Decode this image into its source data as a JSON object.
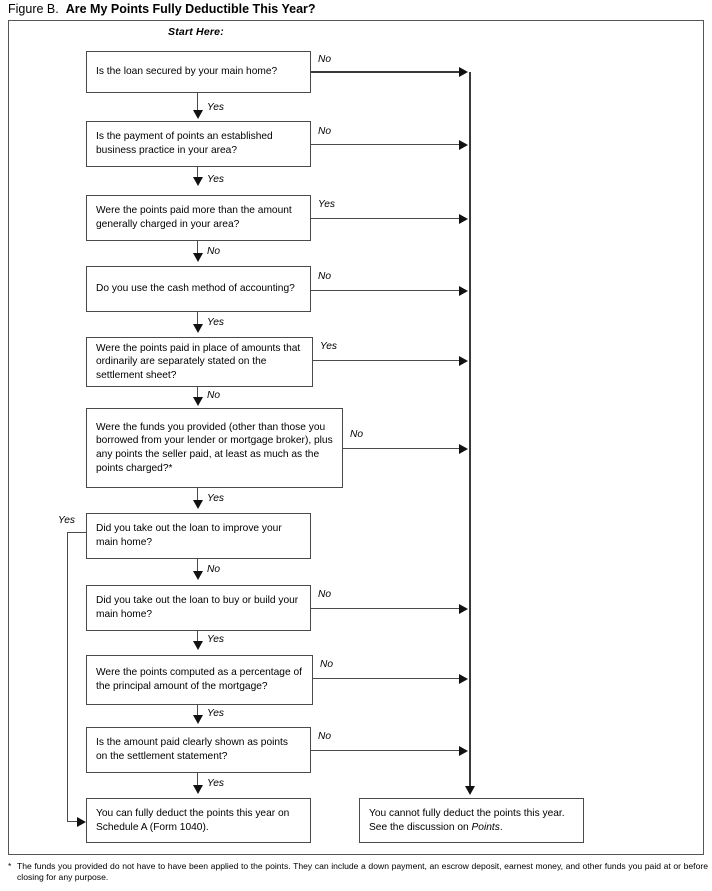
{
  "figure": {
    "label": "Figure B.",
    "title": "Are My Points Fully Deductible This Year?",
    "start_label": "Start Here:"
  },
  "nodes": [
    {
      "id": "q1",
      "text": "Is the loan secured by your main home?"
    },
    {
      "id": "q2",
      "text": "Is the payment of points an established business practice in your area?"
    },
    {
      "id": "q3",
      "text": "Were the points paid more than the amount generally charged in your area?"
    },
    {
      "id": "q4",
      "text": "Do you use the cash method of accounting?"
    },
    {
      "id": "q5",
      "text": "Were the points paid in place of amounts that ordinarily are separately stated on the settlement sheet?"
    },
    {
      "id": "q6",
      "text": "Were the funds you provided (other than those you borrowed from your lender or mortgage broker), plus any points the seller paid, at least as much as the points charged?*"
    },
    {
      "id": "q7",
      "text": "Did you take out the loan to improve your main home?"
    },
    {
      "id": "q8",
      "text": "Did you take out the loan to buy or build your main home?"
    },
    {
      "id": "q9",
      "text": "Were the points computed as a percentage of the principal amount of the mortgage?"
    },
    {
      "id": "q10",
      "text": "Is the amount paid clearly shown as points on the settlement statement?"
    },
    {
      "id": "result_yes",
      "text": "You can fully deduct the points this year on Schedule A (Form 1040)."
    },
    {
      "id": "result_no_part1",
      "text": "You cannot fully deduct the points this year. See the discussion on "
    },
    {
      "id": "result_no_italic",
      "text": "Points"
    },
    {
      "id": "result_no_part2",
      "text": "."
    }
  ],
  "edge_labels": {
    "q1_right": "No",
    "q1_down": "Yes",
    "q2_right": "No",
    "q2_down": "Yes",
    "q3_right": "Yes",
    "q3_down": "No",
    "q4_right": "No",
    "q4_down": "Yes",
    "q5_right": "Yes",
    "q5_down": "No",
    "q6_right": "No",
    "q6_down": "Yes",
    "q7_left": "Yes",
    "q7_down": "No",
    "q8_right": "No",
    "q8_down": "Yes",
    "q9_right": "No",
    "q9_down": "Yes",
    "q10_right": "No",
    "q10_down": "Yes"
  },
  "footnote": {
    "star": "*",
    "text": "The funds you provided do not have to have been applied to the points. They can include a down payment, an escrow deposit, earnest money, and other funds you paid at or before closing for any purpose."
  },
  "colors": {
    "border": "#4a4a4a",
    "frame": "#555555",
    "arrow": "#111111",
    "background": "#ffffff",
    "text": "#000000"
  }
}
